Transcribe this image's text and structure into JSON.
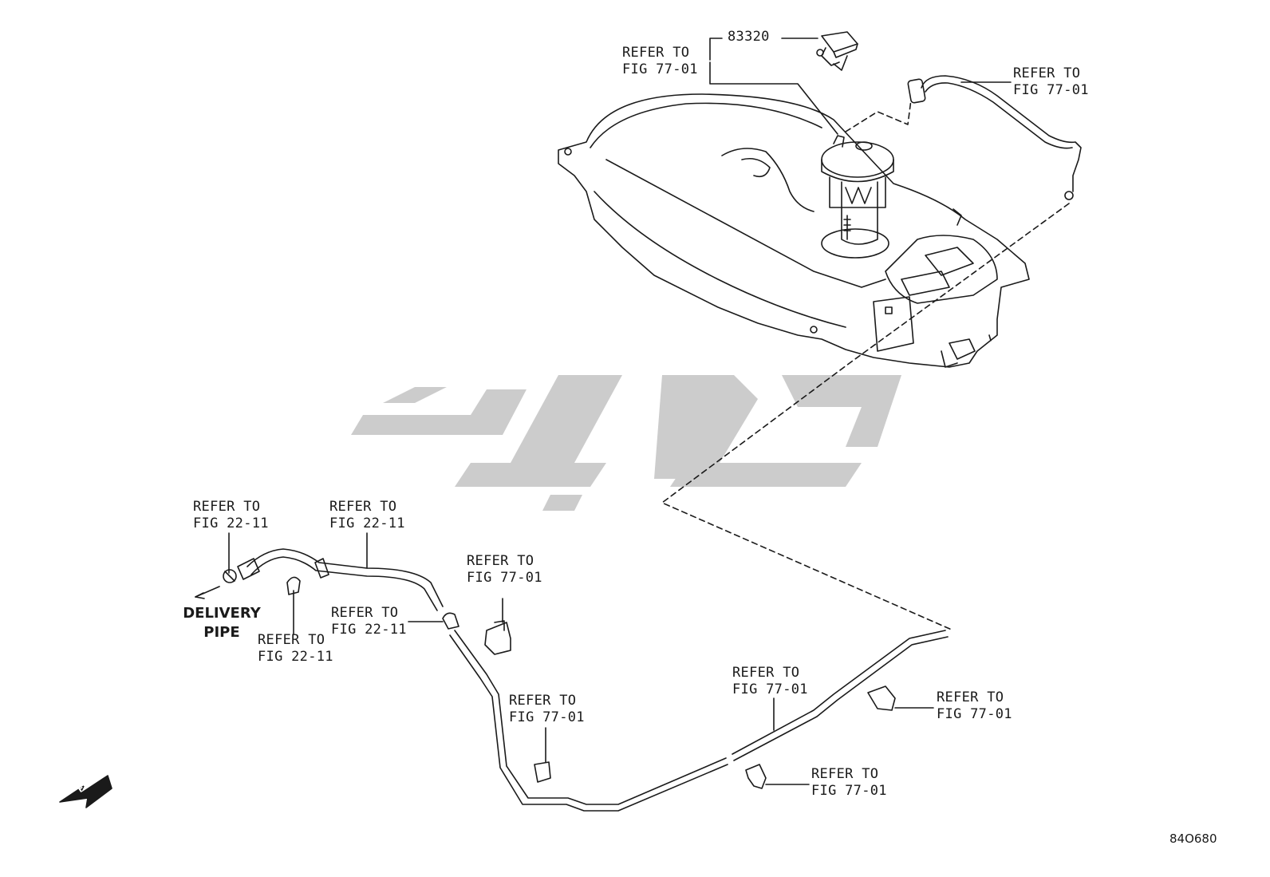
{
  "diagram": {
    "figure_id": "84O680",
    "part_number": "83320",
    "fwd_label": "FWD",
    "delivery_pipe_line1": "DELIVERY",
    "delivery_pipe_line2": "PIPE",
    "watermark_text": "کوپارت",
    "callouts": {
      "c1": {
        "line1": "REFER TO",
        "line2": "FIG 77-01"
      },
      "c2": {
        "line1": "REFER TO",
        "line2": "FIG 77-01"
      },
      "c3": {
        "line1": "REFER TO",
        "line2": "FIG 22-11"
      },
      "c4": {
        "line1": "REFER TO",
        "line2": "FIG 22-11"
      },
      "c5": {
        "line1": "REFER TO",
        "line2": "FIG 77-01"
      },
      "c6": {
        "line1": "REFER TO",
        "line2": "FIG 22-11"
      },
      "c7": {
        "line1": "REFER TO",
        "line2": "FIG 22-11"
      },
      "c8": {
        "line1": "REFER TO",
        "line2": "FIG 77-01"
      },
      "c9": {
        "line1": "REFER TO",
        "line2": "FIG 77-01"
      },
      "c10": {
        "line1": "REFER TO",
        "line2": "FIG 77-01"
      },
      "c11": {
        "line1": "REFER TO",
        "line2": "FIG 77-01"
      }
    },
    "colors": {
      "line": "#1a1a1a",
      "watermark": "#cfcfcf",
      "background": "#ffffff"
    }
  }
}
